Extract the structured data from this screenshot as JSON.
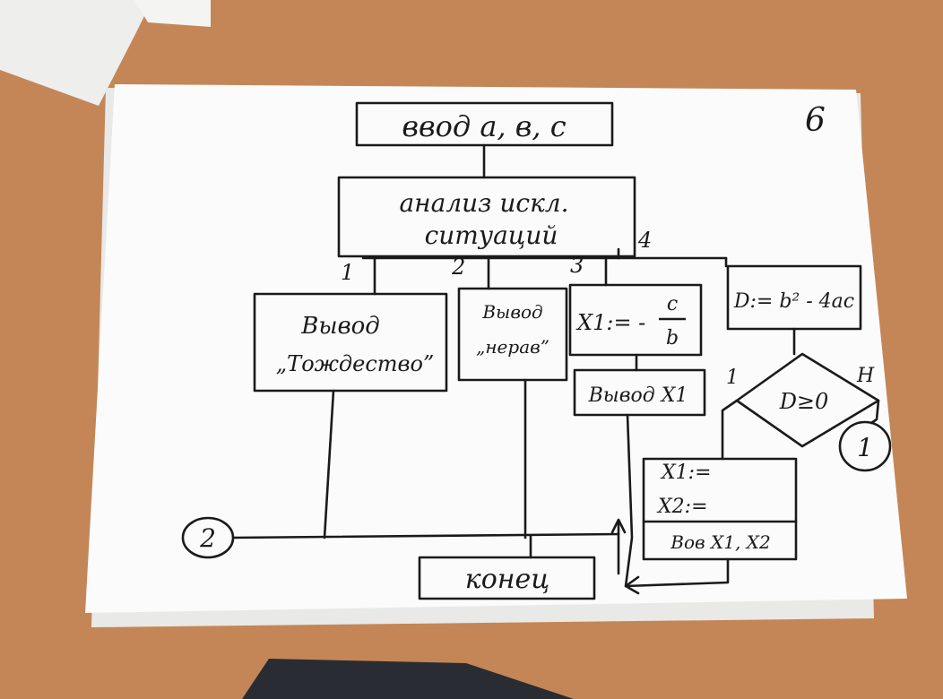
{
  "page_number": "6",
  "colors": {
    "desk": "#c98a5a",
    "paper": "#fbfbfb",
    "ink": "#1a1a1a"
  },
  "blocks": {
    "input": "ввод а, в, с",
    "analysis_line1": "анализ искл.",
    "analysis_line2": "ситуаций",
    "output_identity_line1": "Вывод",
    "output_identity_line2": "„Тождество”",
    "output_inequality_line1": "Вывод",
    "output_inequality_line2": "„нерав”",
    "x1_formula": "X1:= -",
    "x1_numerator": "c",
    "x1_denominator": "b",
    "output_x1": "Вывод X1",
    "discriminant": "D:= b² - 4ac",
    "condition": "D≥0",
    "roots_line1": "X1:=",
    "roots_line2": "X2:=",
    "output_roots": "Вов X1, X2",
    "end": "конец"
  },
  "branch_labels": {
    "b1": "1",
    "b2": "2",
    "b3": "3",
    "b4": "4",
    "yes": "1",
    "no": "Н"
  },
  "connectors": {
    "circle_1": "1",
    "circle_2": "2"
  }
}
